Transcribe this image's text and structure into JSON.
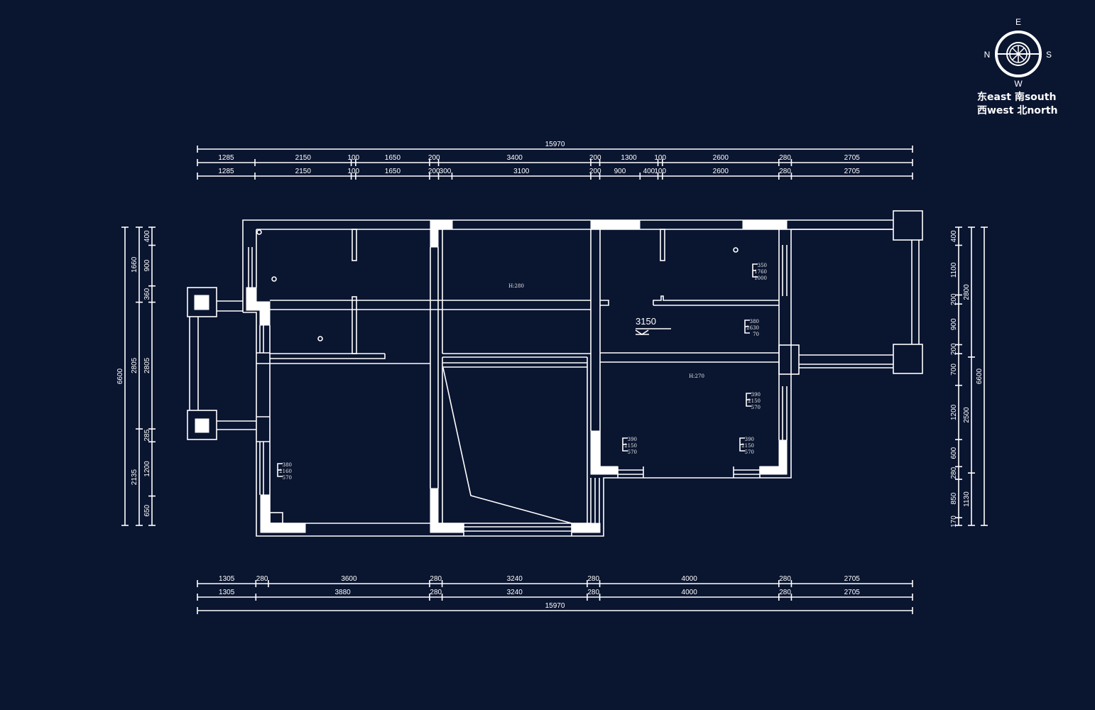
{
  "compass": {
    "top": "E",
    "right": "S",
    "bottom": "W",
    "left": "N",
    "legend_line1": "东east 南south",
    "legend_line2": "西west 北north"
  },
  "dimensions": {
    "top": [
      {
        "segments": [
          15970
        ]
      },
      {
        "segments": [
          1285,
          2150,
          100,
          1650,
          200,
          3400,
          200,
          1300,
          100,
          2600,
          280,
          2705
        ]
      },
      {
        "segments": [
          1285,
          2150,
          100,
          1650,
          200,
          300,
          3100,
          200,
          900,
          400,
          100,
          2600,
          280,
          2705
        ]
      }
    ],
    "bottom": [
      {
        "segments": [
          1305,
          280,
          3600,
          280,
          3240,
          280,
          4000,
          280,
          2705
        ]
      },
      {
        "segments": [
          1305,
          3880,
          280,
          3240,
          280,
          4000,
          280,
          2705
        ]
      },
      {
        "segments": [
          15970
        ]
      }
    ],
    "left": [
      {
        "segments": [
          6600
        ]
      },
      {
        "segments": [
          1660,
          2805,
          2135
        ]
      },
      {
        "segments": [
          400,
          900,
          360,
          2805,
          285,
          1200,
          650
        ]
      }
    ],
    "right": [
      {
        "segments": [
          400,
          1100,
          200,
          900,
          200,
          700,
          1200,
          600,
          280,
          850,
          170
        ]
      },
      {
        "segments": [
          2800,
          2500,
          1130
        ]
      },
      {
        "segments": [
          6600
        ]
      }
    ]
  },
  "annotations": {
    "ceiling_height_1": "H:280",
    "ceiling_height_2": "H:270",
    "level_mark": "3150"
  },
  "outlets": [
    {
      "values": [
        "350",
        "1760",
        "1000"
      ]
    },
    {
      "values": [
        "380",
        "2630",
        "70"
      ]
    },
    {
      "values": [
        "390",
        "2150",
        "570"
      ]
    },
    {
      "values": [
        "390",
        "2150",
        "570"
      ]
    },
    {
      "values": [
        "390",
        "2150",
        "570"
      ]
    },
    {
      "values": [
        "380",
        "2160",
        "570"
      ]
    }
  ]
}
